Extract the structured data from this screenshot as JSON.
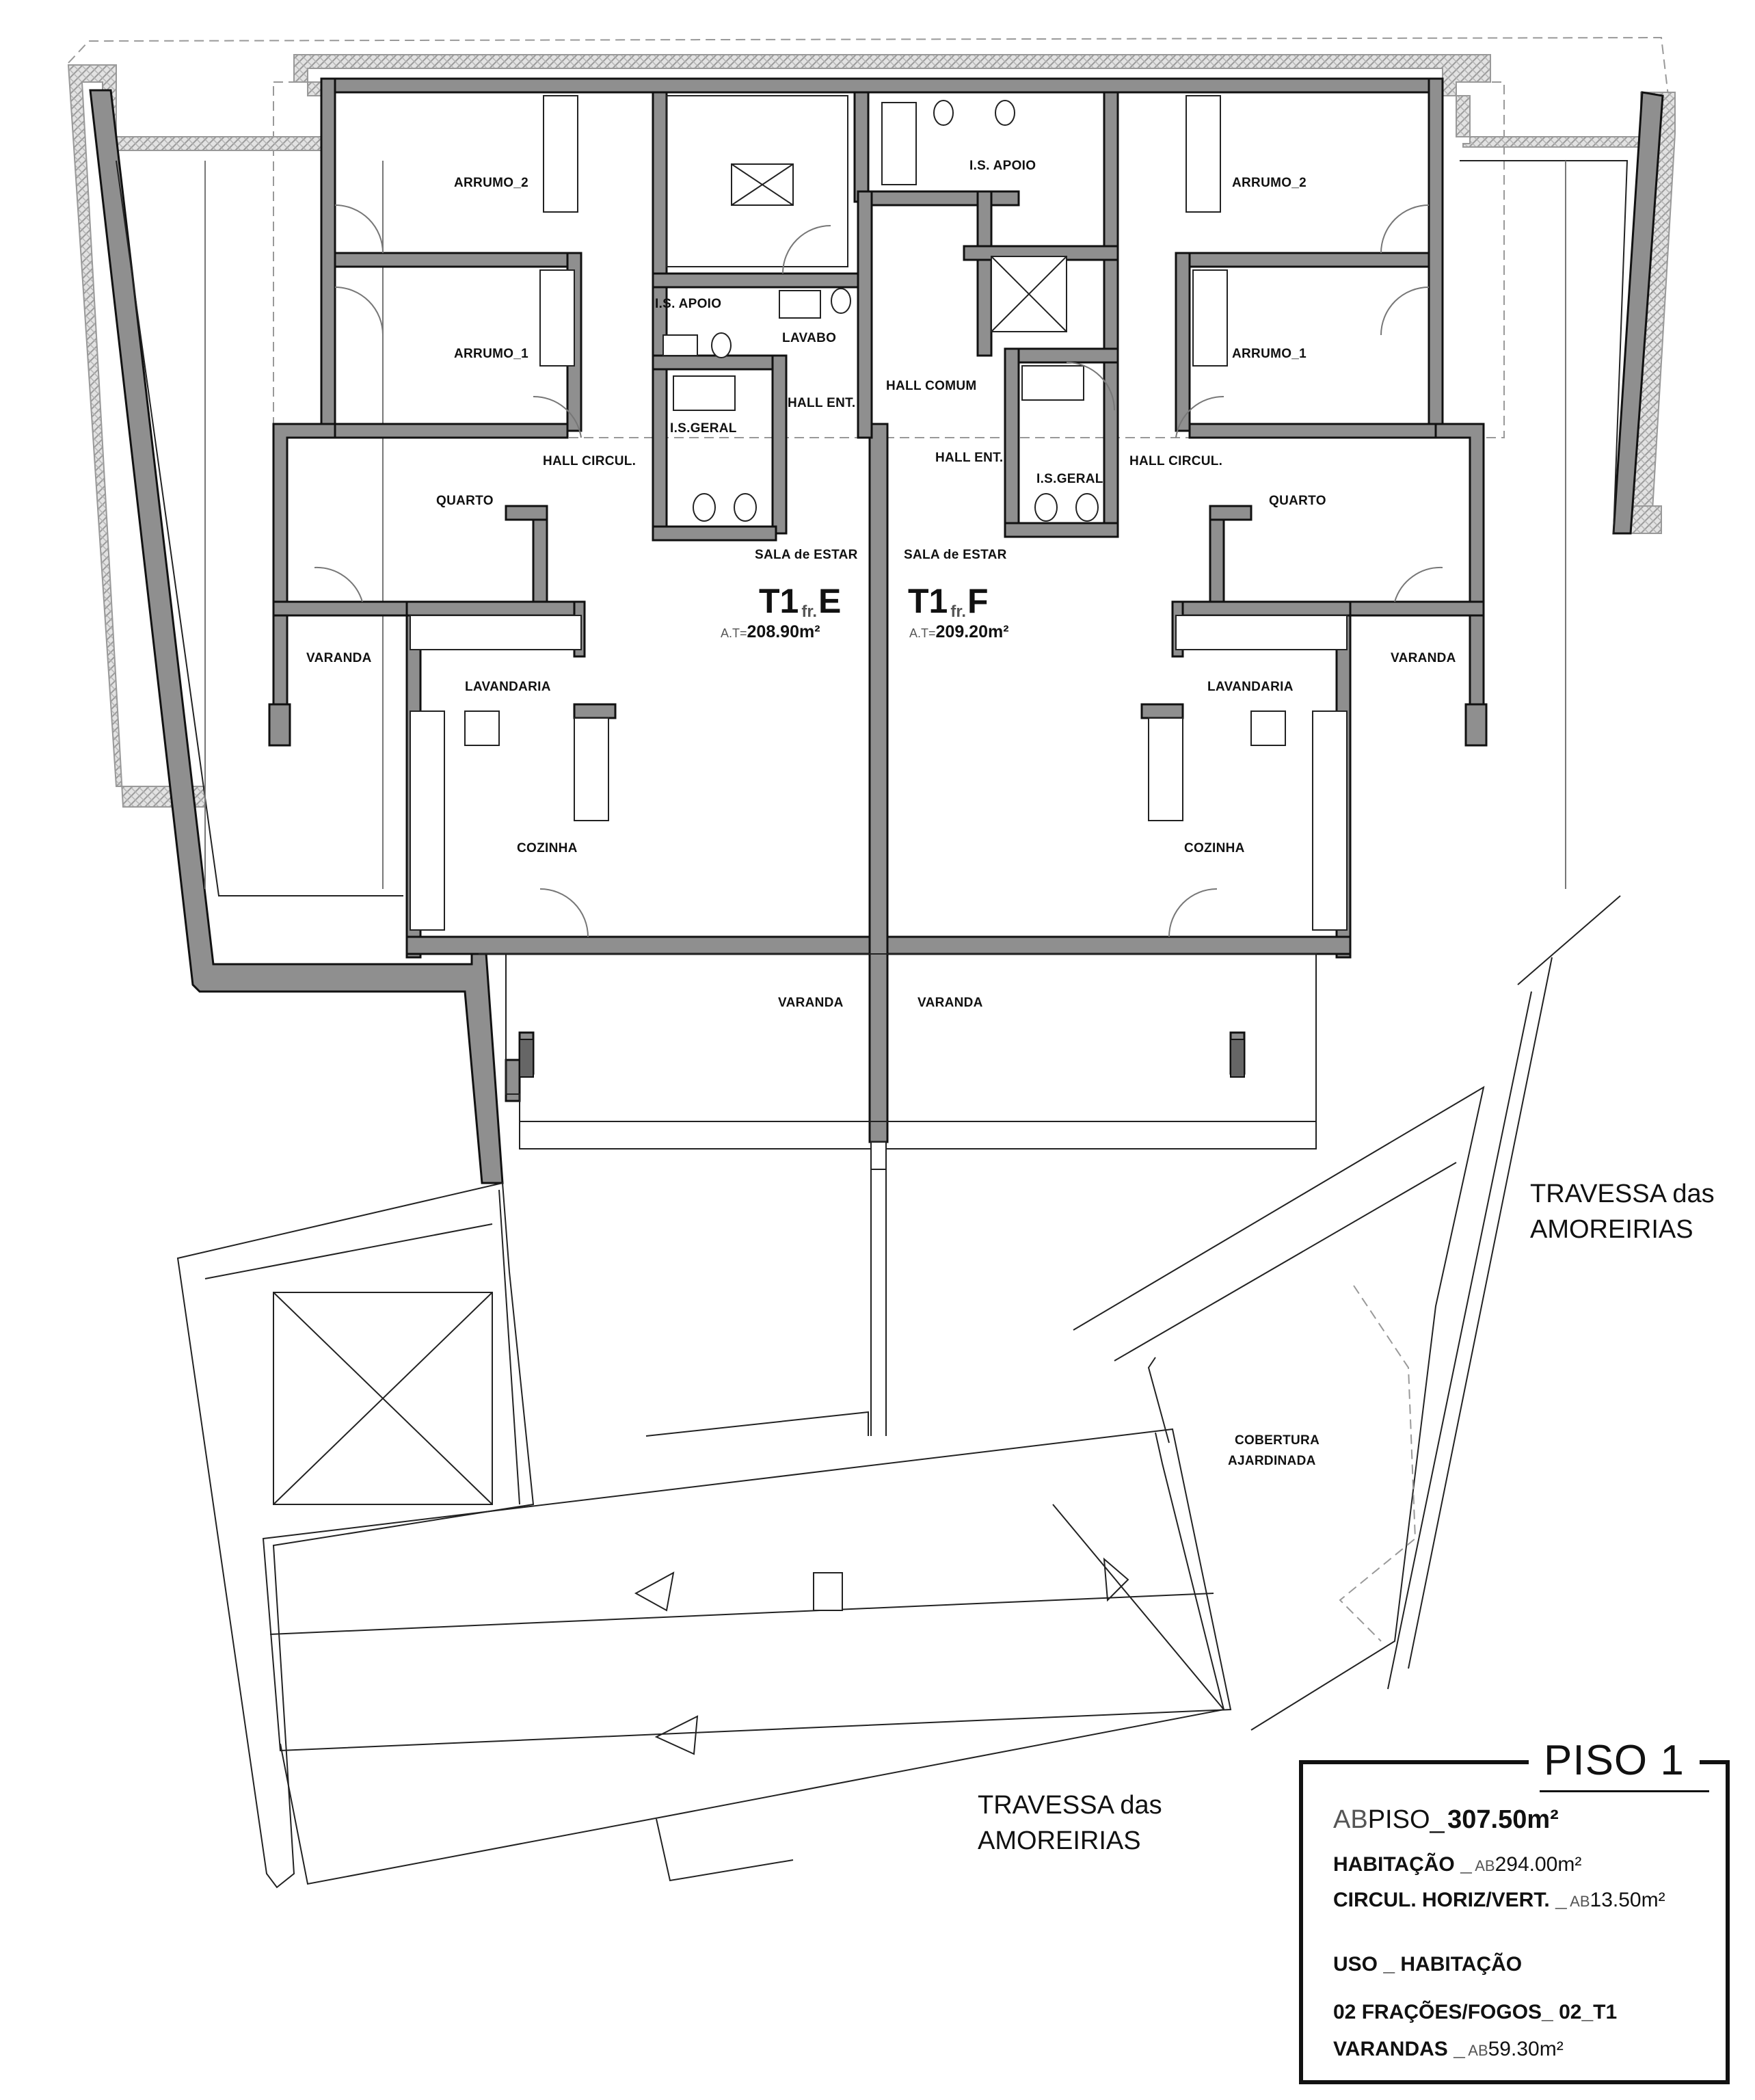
{
  "rooms_left": {
    "arrumo2": "ARRUMO_2",
    "arrumo1": "ARRUMO_1",
    "quarto": "QUARTO",
    "hall_circul": "HALL CIRCUL.",
    "varanda_side": "VARANDA",
    "lavandaria": "LAVANDARIA",
    "cozinha": "COZINHA",
    "is_apoio": "I.S. APOIO",
    "lavabo": "LAVABO",
    "hall_ent": "HALL ENT.",
    "is_geral": "I.S.GERAL",
    "sala": "SALA de ESTAR",
    "varanda_main": "VARANDA"
  },
  "rooms_right": {
    "arrumo2": "ARRUMO_2",
    "arrumo1": "ARRUMO_1",
    "quarto": "QUARTO",
    "hall_circul": "HALL CIRCUL.",
    "varanda_side": "VARANDA",
    "lavandaria": "LAVANDARIA",
    "cozinha": "COZINHA",
    "is_apoio": "I.S. APOIO",
    "hall_ent": "HALL ENT.",
    "is_geral": "I.S.GERAL",
    "sala": "SALA de ESTAR",
    "varanda_main": "VARANDA"
  },
  "hall_comum": "HALL COMUM",
  "units": {
    "left": {
      "code": "T1",
      "fr": "fr.",
      "letter": "E",
      "at_label": "A.T=",
      "area": "208.90m²"
    },
    "right": {
      "code": "T1",
      "fr": "fr.",
      "letter": "F",
      "at_label": "A.T=",
      "area": "209.20m²"
    }
  },
  "cobertura": {
    "line1": "COBERTURA",
    "line2": "AJARDINADA"
  },
  "streets": {
    "right": {
      "line1": "TRAVESSA das",
      "line2": "AMOREIRIAS"
    },
    "bottom": {
      "line1": "TRAVESSA das",
      "line2": "AMOREIRIAS"
    }
  },
  "legend": {
    "title": "PISO 1",
    "ab_prefix": "AB",
    "piso_label": "PISO_",
    "piso_area": "307.50m²",
    "habitacao_label": "HABITAÇÃO _",
    "habitacao_area": "294.00m²",
    "circul_label": "CIRCUL. HORIZ/VERT. _",
    "circul_area": "13.50m²",
    "uso": "USO _ HABITAÇÃO",
    "fracoes": "02 FRAÇÕES/FOGOS_ 02_T1",
    "varandas_label": "VARANDAS _",
    "varandas_area": "59.30m²"
  },
  "colors": {
    "wall": "#8f8f8f",
    "line": "#111111",
    "hatch": "#bdbdbd"
  }
}
